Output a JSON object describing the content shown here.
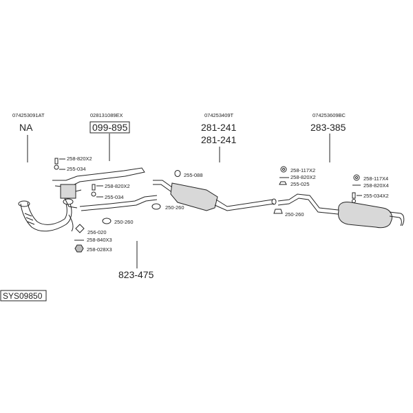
{
  "columns": [
    {
      "ref": "074253091AT",
      "number": "NA"
    },
    {
      "ref": "028131089EX",
      "number": "099-895"
    },
    {
      "ref": "074253409T",
      "number": "281-241",
      "number2": "281-241"
    },
    {
      "ref": "074253609BC",
      "number": "283-385"
    }
  ],
  "lower_part": "823-475",
  "system_id": "SYS09850",
  "parts": {
    "p1": "258-820X2",
    "p2": "255-034",
    "p3": "258-820X2",
    "p4": "255-034",
    "p5": "250-260",
    "p6": "250-260",
    "p7": "256-020",
    "p8": "258-840X3",
    "p9": "258-028X3",
    "p10": "255-088",
    "p11": "258-117X2",
    "p12": "258-820X2",
    "p13": "255-025",
    "p14": "250-260",
    "p15": "258-117X4",
    "p16": "258-820X4",
    "p17": "255-034X2"
  }
}
